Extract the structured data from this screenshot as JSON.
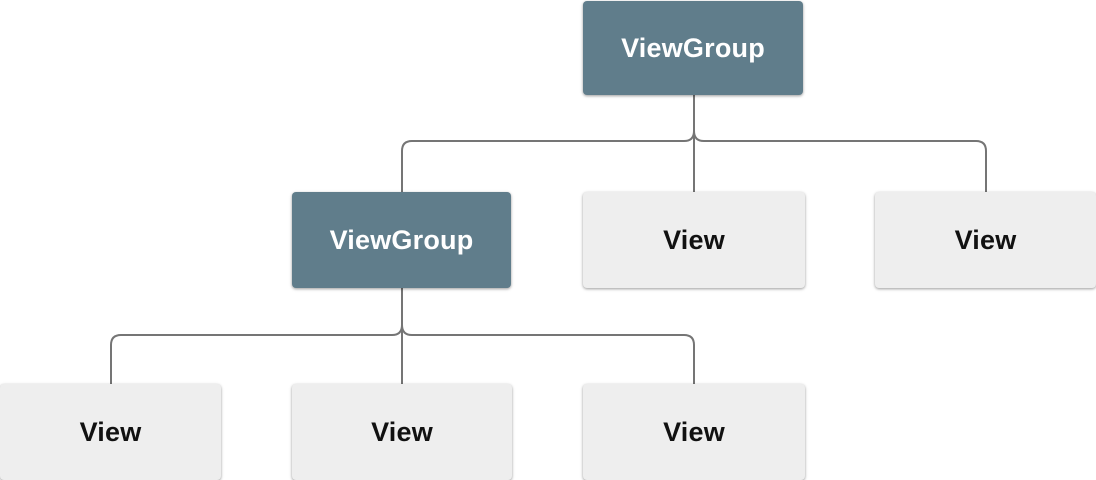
{
  "diagram": {
    "type": "tree",
    "nodes": [
      {
        "id": "root",
        "label": "ViewGroup",
        "kind": "viewgroup",
        "level": 1,
        "parent": null
      },
      {
        "id": "child-vg",
        "label": "ViewGroup",
        "kind": "viewgroup",
        "level": 2,
        "parent": "root"
      },
      {
        "id": "child-view-1",
        "label": "View",
        "kind": "view",
        "level": 2,
        "parent": "root"
      },
      {
        "id": "child-view-2",
        "label": "View",
        "kind": "view",
        "level": 2,
        "parent": "root"
      },
      {
        "id": "leaf-view-1",
        "label": "View",
        "kind": "view",
        "level": 3,
        "parent": "child-vg"
      },
      {
        "id": "leaf-view-2",
        "label": "View",
        "kind": "view",
        "level": 3,
        "parent": "child-vg"
      },
      {
        "id": "leaf-view-3",
        "label": "View",
        "kind": "view",
        "level": 3,
        "parent": "child-vg"
      }
    ],
    "colors": {
      "background": "#ffffff",
      "viewgroup_fill": "#607D8B",
      "viewgroup_text": "#ffffff",
      "view_fill": "#EEEEEE",
      "view_text": "#111111",
      "connector_color": "#757575"
    }
  }
}
